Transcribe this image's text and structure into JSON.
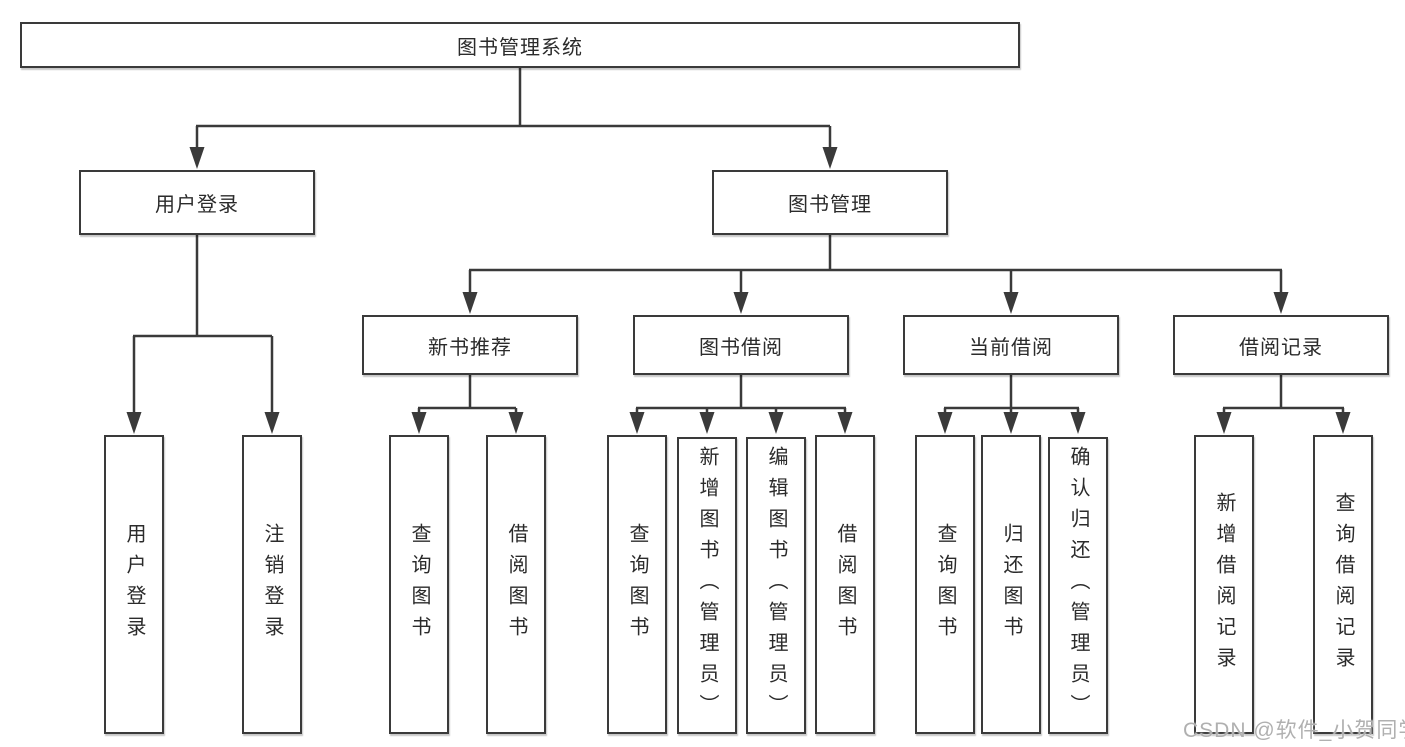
{
  "tree": {
    "root": {
      "label": "图书管理系统"
    },
    "branches": [
      {
        "label": "用户登录",
        "children": [
          {
            "label": "用户登录"
          },
          {
            "label": "注销登录"
          }
        ]
      },
      {
        "label": "图书管理",
        "children": [
          {
            "label": "新书推荐",
            "children": [
              {
                "label": "查询图书"
              },
              {
                "label": "借阅图书"
              }
            ]
          },
          {
            "label": "图书借阅",
            "children": [
              {
                "label": "查询图书"
              },
              {
                "label": "新增图书（管理员）"
              },
              {
                "label": "编辑图书（管理员）"
              },
              {
                "label": "借阅图书"
              }
            ]
          },
          {
            "label": "当前借阅",
            "children": [
              {
                "label": "查询图书"
              },
              {
                "label": "归还图书"
              },
              {
                "label": "确认归还（管理员）"
              }
            ]
          },
          {
            "label": "借阅记录",
            "children": [
              {
                "label": "新增借阅记录"
              },
              {
                "label": "查询借阅记录"
              }
            ]
          }
        ]
      }
    ]
  },
  "watermark": "CSDN @软件_小贺同学",
  "colors": {
    "line": "#3a3a3a",
    "text": "#2b2b2b",
    "watermark": "#b0b0b0",
    "background": "#ffffff"
  }
}
